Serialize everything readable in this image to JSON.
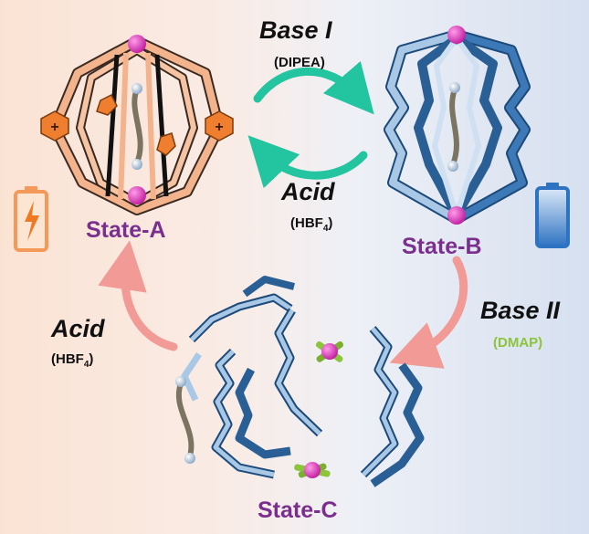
{
  "colors": {
    "state_label": "#7a2f8f",
    "cage_a": "#f3b38c",
    "cage_dark": "#2a5f96",
    "cage_light": "#a9c8e6",
    "metal_node": "#d62fb8",
    "forward_arrow": "#23c4a0",
    "pink_arrow": "#f29a96",
    "dmap": "#8cc43a",
    "battery_full": "#f39a5a",
    "battery_blue": "#2e72c2"
  },
  "labels": {
    "base1": "Base I",
    "base1_cond": "(DIPEA)",
    "acid_top": "Acid",
    "acid_top_cond": "HBF",
    "acid_top_sub": "4",
    "acid_left": "Acid",
    "acid_left_cond": "HBF",
    "acid_left_sub": "4",
    "base2": "Base II",
    "base2_cond": "(DMAP)",
    "state_a": "State-A",
    "state_b": "State-B",
    "state_c": "State-C"
  },
  "icons": {
    "charge": "+",
    "battery_a": "battery-charging-icon",
    "battery_b": "battery-full-icon"
  }
}
